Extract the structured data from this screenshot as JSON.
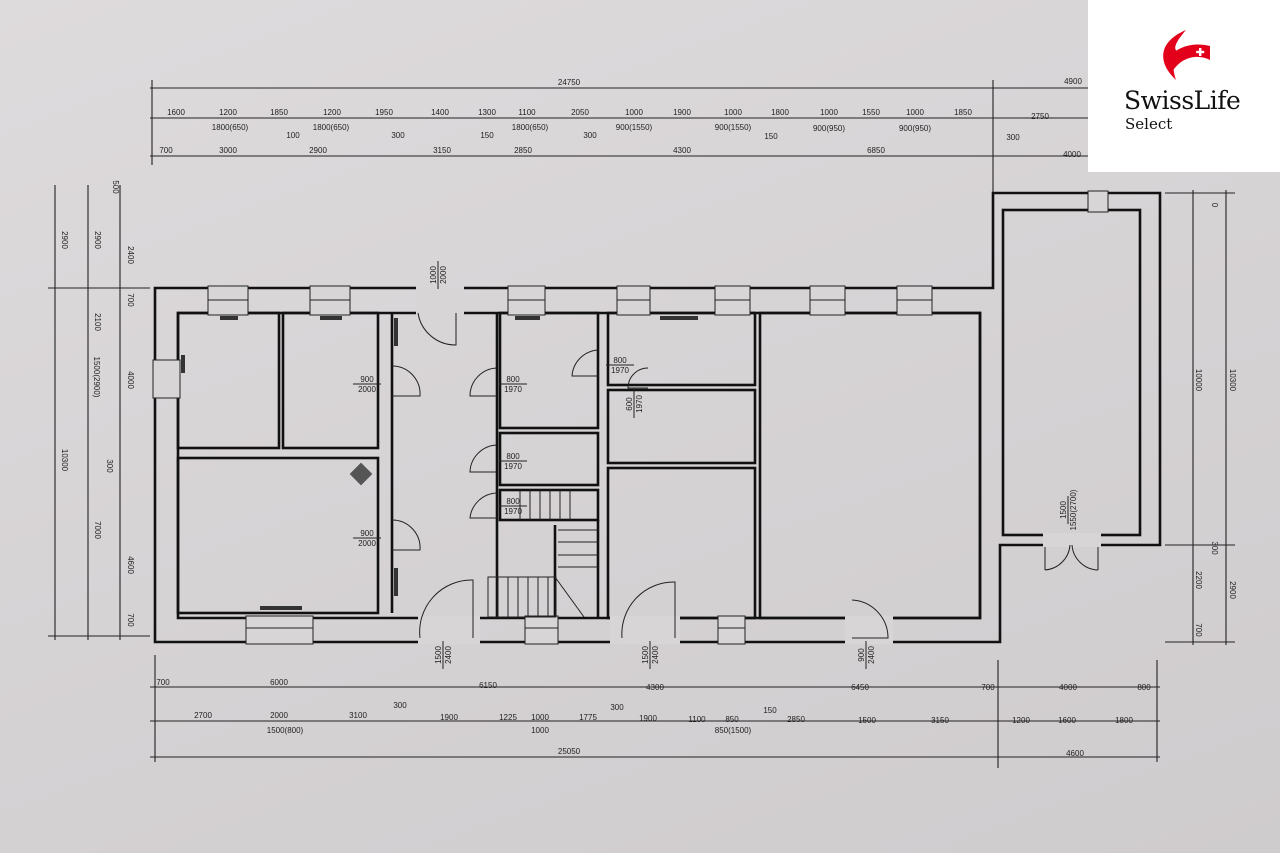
{
  "brand": {
    "name": "SwissLife",
    "sub": "Select",
    "color": "#e2001a"
  },
  "dimensions": {
    "top_overall": [
      "24750",
      "4900"
    ],
    "top_mid": [
      "1600",
      "1200",
      "1850",
      "1200",
      "1950",
      "1400",
      "1300",
      "1100",
      "2050",
      "1000",
      "1900",
      "1000",
      "1800",
      "1000",
      "1550",
      "1000",
      "1850",
      "2750"
    ],
    "top_mid_sub": [
      "1800(650)",
      "1800(650)",
      "1800(650)",
      "900(1550)",
      "900(1550)",
      "900(950)",
      "900(950)"
    ],
    "top_inner": [
      "700",
      "3000",
      "2900",
      "3150",
      "2850",
      "4300",
      "6850",
      "4000"
    ],
    "top_leaders": [
      "100",
      "300",
      "150",
      "300",
      "150",
      "300"
    ],
    "bottom_inner": [
      "700",
      "6000",
      "6150",
      "4300",
      "6450",
      "700",
      "4000",
      "800"
    ],
    "bottom_leaders": [
      "300",
      "300",
      "150"
    ],
    "bottom_mid": [
      "2700",
      "2000",
      "3100",
      "1900",
      "1225",
      "1000",
      "1775",
      "1900",
      "1100",
      "850",
      "2850",
      "1500",
      "3150",
      "1200",
      "1600",
      "1800"
    ],
    "bottom_mid_sub": [
      "1500(800)",
      "1000",
      "850(1500)"
    ],
    "bottom_overall": [
      "25050",
      "4600"
    ],
    "left_outer": [
      "2900",
      "10300"
    ],
    "left_mid": [
      "2900",
      "2100",
      "1500(2900)",
      "7000"
    ],
    "left_inner": [
      "500",
      "2400",
      "700",
      "4000",
      "300",
      "4600",
      "700"
    ],
    "right_inner": [
      "0",
      "10000",
      "300",
      "2200",
      "700"
    ],
    "right_outer": [
      "10300",
      "2900"
    ]
  },
  "doors": [
    {
      "w": "1000",
      "h": "2000"
    },
    {
      "w": "900",
      "h": "2000"
    },
    {
      "w": "800",
      "h": "1970"
    },
    {
      "w": "800",
      "h": "1970"
    },
    {
      "w": "800",
      "h": "1970"
    },
    {
      "w": "800",
      "h": "1970"
    },
    {
      "w": "600",
      "h": "1970"
    },
    {
      "w": "900",
      "h": "2000"
    },
    {
      "w": "1500",
      "h": "2400"
    },
    {
      "w": "1500",
      "h": "2400"
    },
    {
      "w": "900",
      "h": "2400"
    },
    {
      "w": "1500",
      "h": "1550(2700)"
    }
  ]
}
